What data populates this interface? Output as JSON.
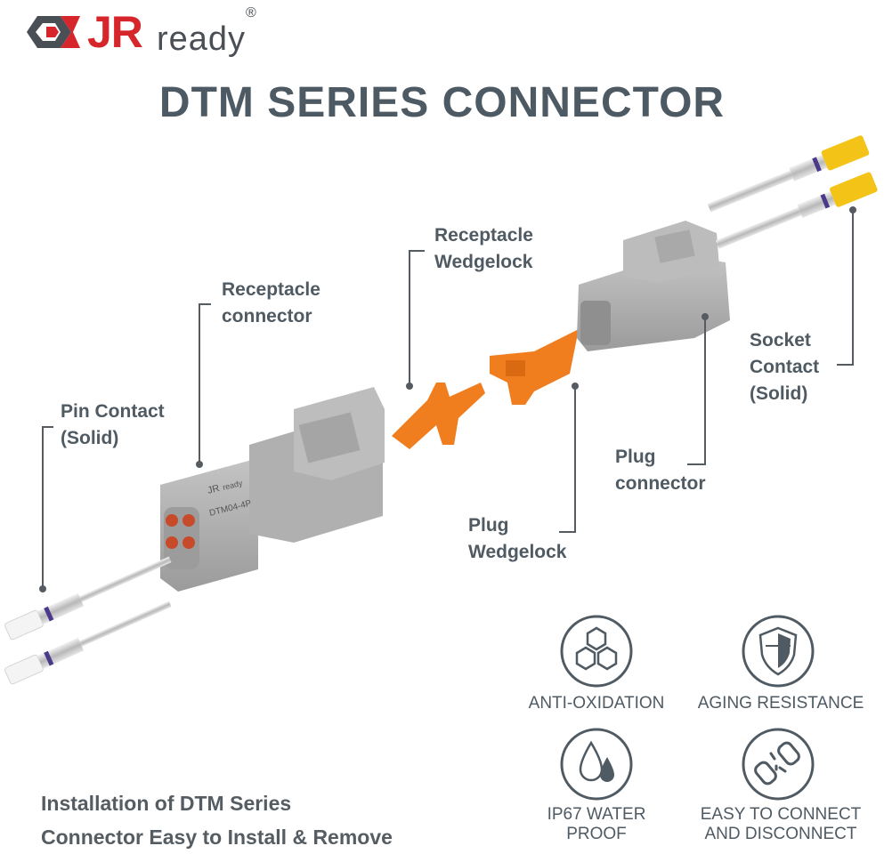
{
  "logo": {
    "brand_jr": "JR",
    "brand_ready": "ready",
    "registered": "®"
  },
  "title": "DTM SERIES CONNECTOR",
  "labels": {
    "receptacle_wedgelock": [
      "Receptacle",
      "Wedgelock"
    ],
    "receptacle_connector": [
      "Receptacle",
      "connector"
    ],
    "pin_contact": [
      "Pin Contact",
      "(Solid)"
    ],
    "socket_contact": [
      "Socket",
      "Contact",
      "(Solid)"
    ],
    "plug_connector": [
      "Plug",
      "connector"
    ],
    "plug_wedgelock": [
      "Plug",
      "Wedgelock"
    ]
  },
  "connector_marking": {
    "brand_jr": "JR",
    "brand_ready": "ready",
    "part": "DTM04-4P"
  },
  "features": [
    {
      "icon": "honeycomb-icon",
      "label": [
        "ANTI-OXIDATION"
      ]
    },
    {
      "icon": "shield-icon",
      "label": [
        "AGING RESISTANCE"
      ]
    },
    {
      "icon": "water-drop-icon",
      "label": [
        "IP67 WATER",
        "PROOF"
      ]
    },
    {
      "icon": "broken-chain-icon",
      "label": [
        "EASY TO CONNECT",
        "AND DISCONNECT"
      ]
    }
  ],
  "footer": [
    "Installation of DTM Series",
    "Connector Easy to Install & Remove"
  ],
  "colors": {
    "brand_red": "#d7262b",
    "connector_gray": "#a7a7a7",
    "wedgelock_orange": "#f07d1e",
    "text_gray": "#4f5a62"
  }
}
